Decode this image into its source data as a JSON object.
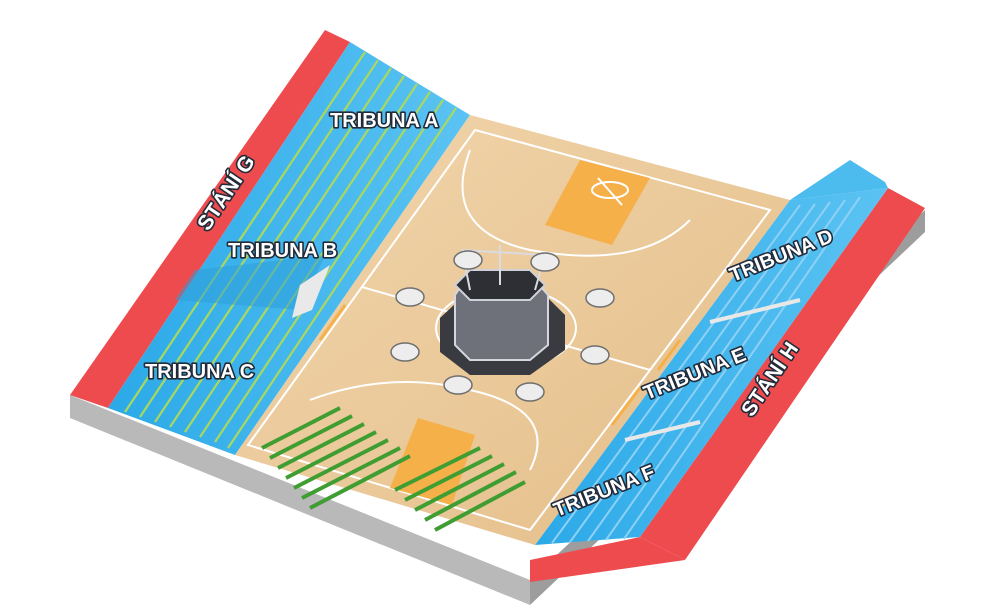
{
  "sections": {
    "tribuna_a": "TRIBUNA A",
    "tribuna_b": "TRIBUNA B",
    "tribuna_c": "TRIBUNA C",
    "tribuna_d": "TRIBUNA D",
    "tribuna_e": "TRIBUNA E",
    "tribuna_f": "TRIBUNA F",
    "stani_g": "STÁNÍ G",
    "stani_h": "STÁNÍ H"
  },
  "colors": {
    "standing": "#ee4b4f",
    "stand_blue": "#3fb4ec",
    "floor": "#e9c796",
    "paint": "#f6b04a",
    "wall": "#a9a9a9",
    "vip_seats": "#4aa53a",
    "ring": "#3d3f45"
  }
}
